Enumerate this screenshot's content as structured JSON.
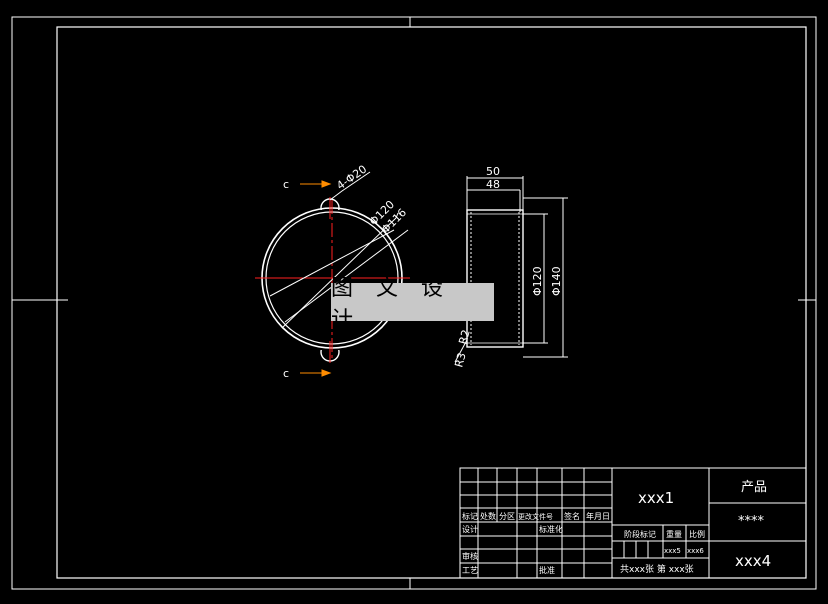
{
  "watermark": "图 文 设 计",
  "front_view": {
    "hole_label": "4-Φ20",
    "dia_outer": "Φ120",
    "dia_inner": "Φ116",
    "side_mark_top": "c",
    "side_mark_bottom": "c"
  },
  "side_view": {
    "width_outer": "50",
    "width_inner": "48",
    "dia_120": "Φ120",
    "dia_140": "Φ140",
    "radius": "R3",
    "r2": "R2"
  },
  "title_block": {
    "drawing_name": "xxx1",
    "product_label": "产品",
    "stars": "****",
    "drawing_number": "xxx4",
    "weight_value": "xxx5",
    "scale_value": "xxx6",
    "sheets_info": "共xxx张 第 xxx张",
    "labels": {
      "mark": "标记",
      "count": "处数",
      "zone": "分区",
      "change_doc": "更改文件号",
      "signature": "签名",
      "date": "年月日",
      "design": "设计",
      "standardize": "标准化",
      "review": "审核",
      "process": "工艺",
      "approve": "批准",
      "stage_mark": "阶段标记",
      "weight": "重量",
      "scale": "比例"
    }
  }
}
